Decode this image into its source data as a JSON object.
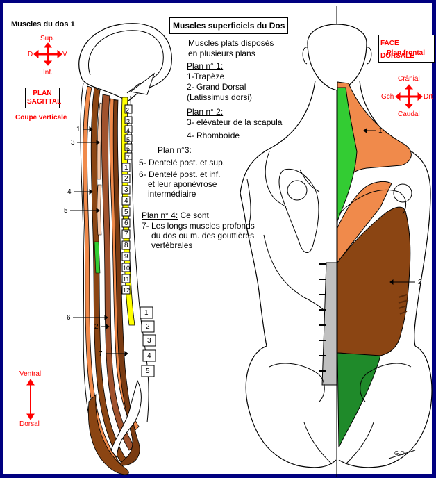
{
  "colors": {
    "frame": "#000080",
    "red": "#ff0000",
    "orange": "#f08a4b",
    "brown": "#8b4513",
    "green": "#33cc33",
    "darkgreen": "#1f8a2a",
    "yellow": "#ffff00",
    "grey": "#c0c0c0"
  },
  "header": {
    "title_left": "Muscles du dos 1",
    "title_main": "Muscles superficiels du Dos"
  },
  "sagittal": {
    "orientation": {
      "sup": "Sup.",
      "inf": "Inf.",
      "d": "D",
      "v": "V"
    },
    "plan_label_1": "PLAN",
    "plan_label_2": "SAGITTAL",
    "coupe": "Coupe verticale",
    "bottom_top": "Ventral",
    "bottom_bottom": "Dorsal",
    "callouts": [
      "1",
      "3",
      "4",
      "5",
      "6",
      "2",
      "7"
    ],
    "vertebrae_cervical": [
      "2",
      "3",
      "4",
      "5",
      "6",
      "7"
    ],
    "vertebrae_thoracic": [
      "1",
      "2",
      "3",
      "4",
      "5",
      "6",
      "7",
      "8",
      "9",
      "10",
      "11",
      "12"
    ],
    "vertebrae_lumbar": [
      "1",
      "2",
      "3",
      "4",
      "5"
    ]
  },
  "text": {
    "intro_1": "Muscles plats disposés",
    "intro_2": "en plusieurs plans",
    "plan1_title": "Plan n° 1:",
    "plan1_items": [
      "1-Trapèze",
      "2- Grand Dorsal",
      "(Latissimus dorsi)"
    ],
    "plan2_title": "Plan n° 2:",
    "plan2_items": [
      "3- elévateur de la scapula",
      "4- Rhomboïde"
    ],
    "plan3_title": "Plan n°3:",
    "plan3_items": [
      "5- Dentelé post. et sup.",
      "6- Dentelé post. et inf.",
      "et leur aponévrose",
      "intermédiaire"
    ],
    "plan4_title": "Plan n° 4:",
    "plan4_suffix": " Ce sont",
    "plan4_items": [
      "7- Les longs muscles profonds",
      "du dos ou m. des gouttières",
      "vertébrales"
    ]
  },
  "frontal": {
    "face_label": "FACE DORSALE",
    "plan_frontal": "Plan frontal",
    "cranial": "Crânial",
    "caudal": "Caudal",
    "gauche": "Gch",
    "droite": "Drt",
    "callout_1": "1",
    "callout_2": "2",
    "signature": "G.O"
  }
}
